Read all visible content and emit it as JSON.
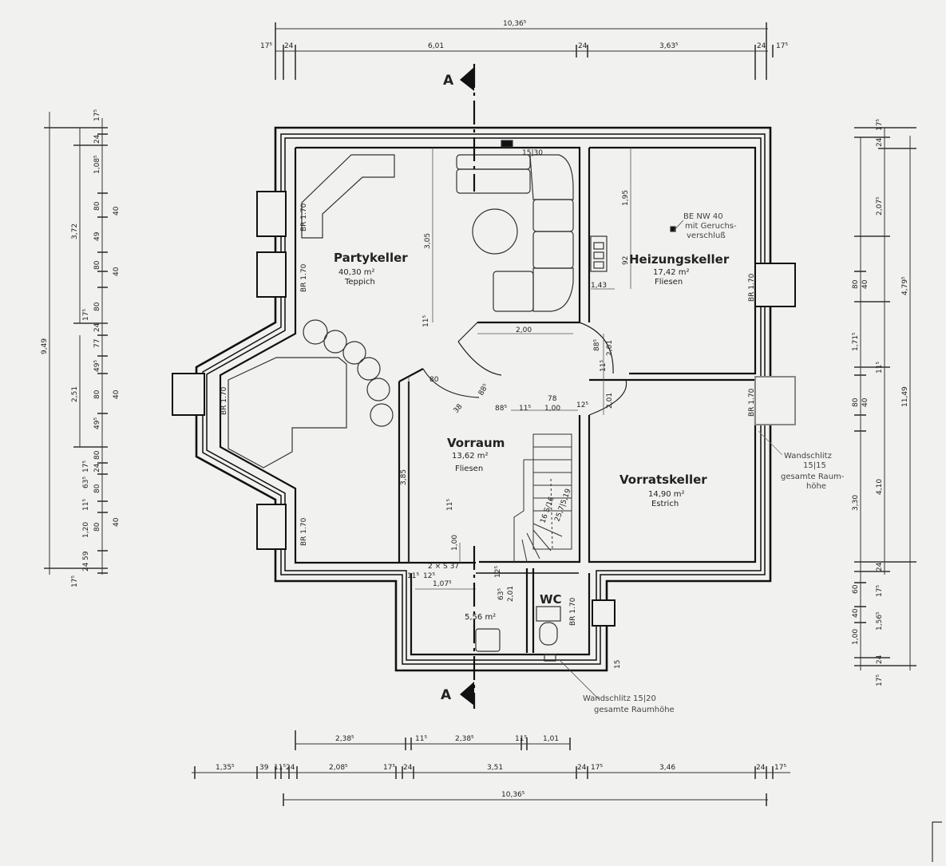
{
  "colors": {
    "ink": "#1a1a1a",
    "paper": "#f1f1ef",
    "grey": "#666666"
  },
  "rooms": [
    {
      "key": "party",
      "name": "Partykeller",
      "area": "40,30 m²",
      "floor": "Teppich"
    },
    {
      "key": "heiz",
      "name": "Heizungskeller",
      "area": "17,42 m²",
      "floor": "Fliesen"
    },
    {
      "key": "vorraum",
      "name": "Vorraum",
      "area": "13,62 m²",
      "floor": "Fliesen"
    },
    {
      "key": "vorrat",
      "name": "Vorratskeller",
      "area": "14,90 m²",
      "floor": "Estrich"
    },
    {
      "key": "wc",
      "name": "WC",
      "area": "5,56 m²",
      "floor": ""
    }
  ],
  "section_marker": "A",
  "annotations": {
    "be_nw": "BE NW 40",
    "geruchs1": "mit Geruchs-",
    "geruchs2": "verschluß",
    "wandschlitz_bottom1": "Wandschlitz 15|20",
    "wandschlitz_bottom2": "gesamte Raumhöhe",
    "wandschlitz_right1": "Wandschlitz",
    "wandschlitz_right2": "15|15",
    "wandschlitz_right3": "gesamte Raum-",
    "wandschlitz_right4": "höhe",
    "chimney": "15|30",
    "stairs": "2 × S 37",
    "stairs2": "16 S/16",
    "stairs3": "25,7|5,19"
  },
  "windows": [
    "BR 1.70",
    "BR 1.70",
    "BR 1.70",
    "BR 1.70",
    "BR 1.70",
    "BR 1.70",
    "BR 1.70"
  ],
  "dims": {
    "top_total": "10,36⁵",
    "top_row": [
      "17⁵",
      "24",
      "6,01",
      "24",
      "3,63⁵",
      "24",
      "17⁵"
    ],
    "bottom_row1": [
      "2,38⁵",
      "11⁵",
      "2,38⁵",
      "11⁵",
      "1,01"
    ],
    "bottom_row2": [
      "1,35⁵",
      "39",
      "11⁵",
      "24",
      "2,08⁵",
      "17⁵",
      "24",
      "3,51",
      "24",
      "17⁵",
      "3,46",
      "24",
      "17⁵"
    ],
    "bottom_total": "10,36⁵",
    "left_total": "9,49",
    "left_mid": [
      "3,72",
      "2,51"
    ],
    "left_col": [
      "17⁵",
      "24",
      "1,08⁵",
      "80",
      "49",
      "80",
      "80",
      "24",
      "17⁵",
      "77",
      "49⁵",
      "80",
      "49⁵",
      "80",
      "17⁵",
      "24",
      "63⁵",
      "80",
      "11⁵",
      "1,20",
      "80",
      "59",
      "24",
      "17⁵"
    ],
    "left_col40": [
      "40",
      "40",
      "40",
      "40"
    ],
    "right_total": "11,49",
    "right_mid": [
      "2,07⁵",
      "4,79⁵",
      "1,71⁵",
      "4,10",
      "3,30"
    ],
    "right_col": [
      "17⁵",
      "24",
      "80",
      "40",
      "11⁵",
      "80",
      "40",
      "24",
      "60",
      "17⁵",
      "40",
      "1,56⁵",
      "1,00",
      "24",
      "17⁵"
    ],
    "inner": [
      "3,05",
      "1,95",
      "92",
      "1,43",
      "2,00",
      "3,85",
      "1,00",
      "1,07⁵",
      "2,01",
      "2,01",
      "1,00",
      "78",
      "88⁵",
      "11⁵",
      "12⁵",
      "63⁵",
      "12⁵",
      "88⁵",
      "2,01",
      "11⁵",
      "11⁵",
      "11⁵",
      "11⁵",
      "12⁵",
      "88⁵",
      "38",
      "80",
      "15"
    ]
  }
}
